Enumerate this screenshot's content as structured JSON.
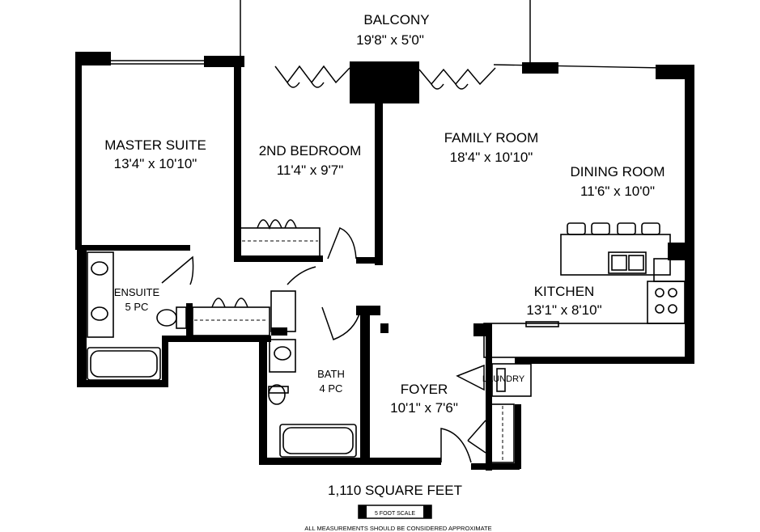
{
  "rooms": {
    "balcony": {
      "name": "BALCONY",
      "dims": "19'8\" x 5'0\""
    },
    "master": {
      "name": "MASTER SUITE",
      "dims": "13'4\" x 10'10\""
    },
    "bedroom2": {
      "name": "2ND BEDROOM",
      "dims": "11'4\" x 9'7\""
    },
    "family": {
      "name": "FAMILY ROOM",
      "dims": "18'4\" x 10'10\""
    },
    "dining": {
      "name": "DINING ROOM",
      "dims": "11'6\" x 10'0\""
    },
    "kitchen": {
      "name": "KITCHEN",
      "dims": "13'1\" x 8'10\""
    },
    "ensuite": {
      "name": "ENSUITE",
      "dims": "5 PC"
    },
    "bath": {
      "name": "BATH",
      "dims": "4 PC"
    },
    "laundry": {
      "name": "LAUNDRY"
    },
    "foyer": {
      "name": "FOYER",
      "dims": "10'1\" x 7'6\""
    }
  },
  "footer": {
    "area": "1,110 SQUARE FEET",
    "scale": "5 FOOT SCALE",
    "disclaimer": "ALL MEASUREMENTS SHOULD BE CONSIDERED APPROXIMATE"
  }
}
